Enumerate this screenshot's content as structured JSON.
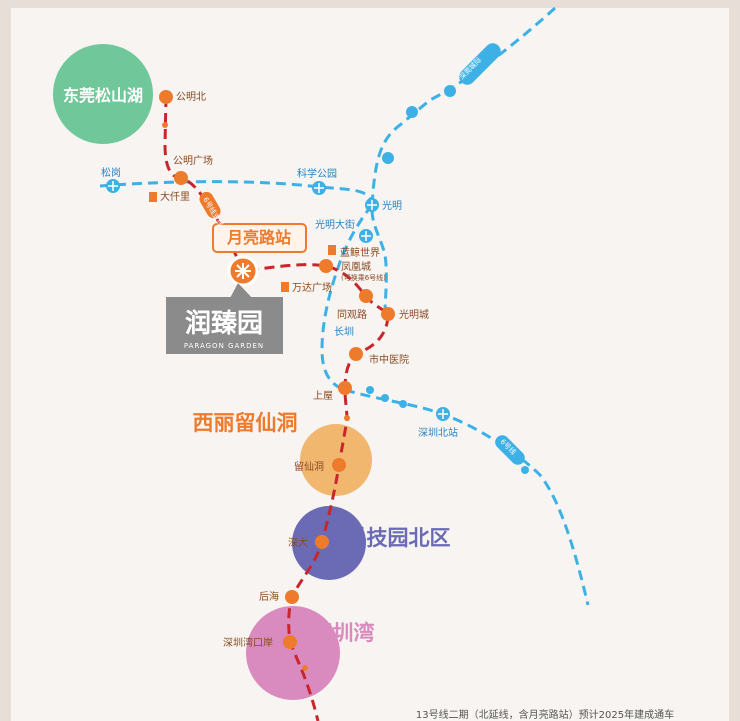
{
  "areas": {
    "songshanhu": "东莞松山湖",
    "xili": "西丽留仙洞",
    "kejiyuan": "科技园北区",
    "shenzhenwan": "深圳湾"
  },
  "stations": {
    "gongmingbei": "公明北",
    "gongmingguangchang": "公明广场",
    "songgang": "松岗",
    "kexuegongyuan": "科学公园",
    "guangming": "光明",
    "guangmingdajie": "光明大街",
    "lanjingshijie": "蓝鲸世界",
    "fenghuangcheng": "凤凰城",
    "fenghuangcheng_note": "(可换乘6号线)",
    "wandaguangchang": "万达广场",
    "tongguanlu": "同观路",
    "guangmingcheng": "光明城",
    "changzhen": "长圳",
    "shizhongyiyuan": "市中医院",
    "shangwu": "上屋",
    "shenzhenbeizhan": "深圳北站",
    "liuxiandong": "留仙洞",
    "shenda": "深大",
    "houhai": "后海",
    "shenzhenwankouan": "深圳湾口岸",
    "daqianli": "大仟里"
  },
  "featured": {
    "station_name": "月亮路站",
    "project_name": "润臻园",
    "project_name_en": "PARAGON GARDEN"
  },
  "line_tags": {
    "line6b": "6号线支线",
    "north_ext": "深莞城际",
    "line6": "6号线",
    "line13_ext": "13号线"
  },
  "footnote": "13号线二期（北延线，含月亮路站）预计2025年建成通车",
  "colors": {
    "line13": "#c8262d",
    "line6": "#3db1e5",
    "station_orange": "#ee7b2c",
    "accent_orange": "#e97a2b",
    "text_brown": "#8a4a21",
    "text_blue": "#2b82c1"
  }
}
